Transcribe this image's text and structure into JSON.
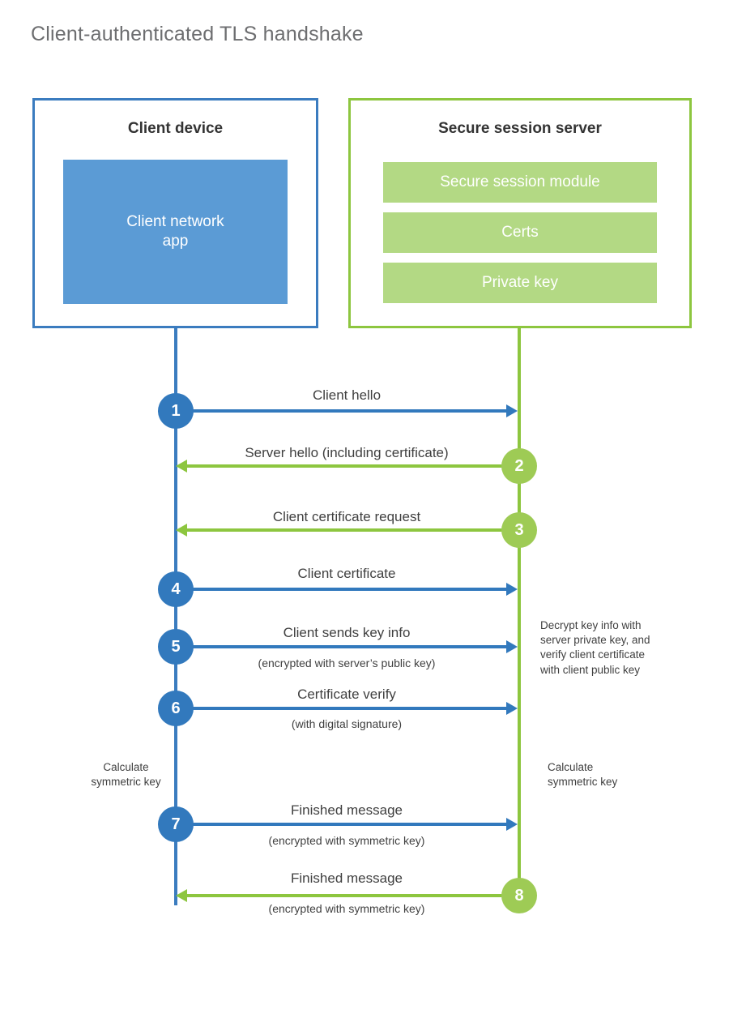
{
  "title": "Client-authenticated TLS handshake",
  "colors": {
    "client_blue": "#3b7cbf",
    "client_app_fill": "#5b9bd5",
    "server_green": "#8dc63f",
    "server_bar_fill": "#b3d984",
    "circle_blue": "#3279bd",
    "circle_green": "#9ecb55",
    "title_gray": "#6d6e70",
    "text_gray": "#404040"
  },
  "actors": {
    "client": {
      "title": "Client device",
      "app_label": "Client network\napp"
    },
    "server": {
      "title": "Secure session server",
      "modules": [
        "Secure session module",
        "Certs",
        "Private key"
      ]
    }
  },
  "steps": [
    {
      "number": "1",
      "label": "Client hello",
      "sublabel": "",
      "direction": "client-to-server"
    },
    {
      "number": "2",
      "label": "Server hello (including certificate)",
      "sublabel": "",
      "direction": "server-to-client"
    },
    {
      "number": "3",
      "label": "Client certificate request",
      "sublabel": "",
      "direction": "server-to-client"
    },
    {
      "number": "4",
      "label": "Client certificate",
      "sublabel": "",
      "direction": "client-to-server"
    },
    {
      "number": "5",
      "label": "Client sends key info",
      "sublabel": "(encrypted with server’s public key)",
      "direction": "client-to-server"
    },
    {
      "number": "6",
      "label": "Certificate verify",
      "sublabel": "(with digital signature)",
      "direction": "client-to-server"
    },
    {
      "number": "7",
      "label": "Finished message",
      "sublabel": "(encrypted with symmetric key)",
      "direction": "client-to-server"
    },
    {
      "number": "8",
      "label": "Finished message",
      "sublabel": "(encrypted with symmetric key)",
      "direction": "server-to-client"
    }
  ],
  "annotations": {
    "server_decrypt": "Decrypt key info with\nserver private key, and\nverify client certificate\nwith client public key",
    "client_calculate": "Calculate\nsymmetric key",
    "server_calculate": "Calculate\nsymmetric key"
  }
}
